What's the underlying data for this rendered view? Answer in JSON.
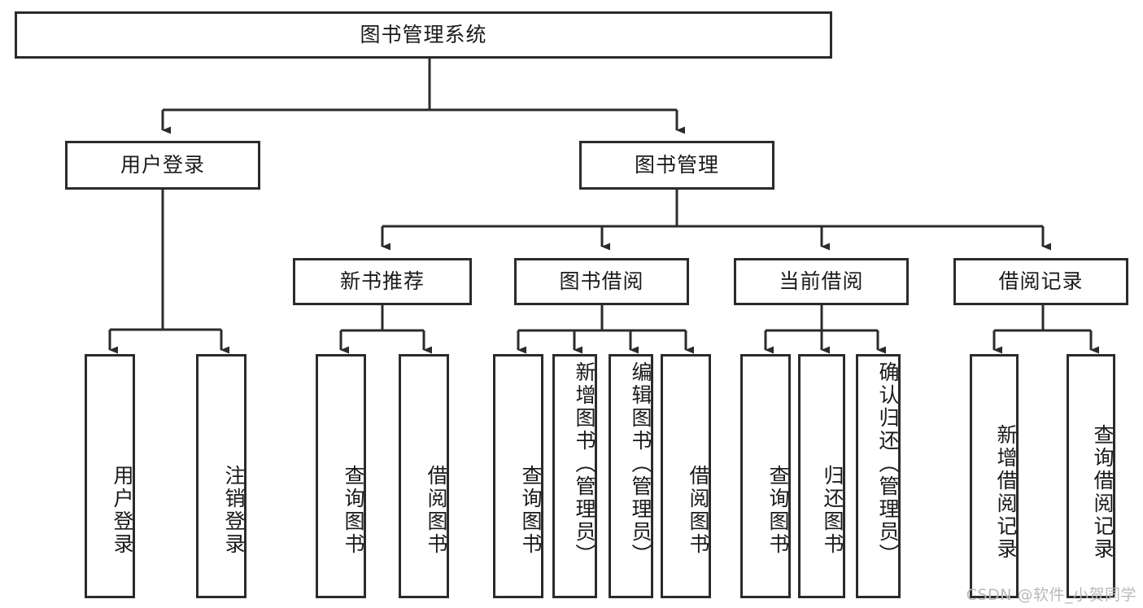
{
  "diagram": {
    "title": "图书管理系统",
    "type": "tree-hierarchy",
    "watermark": "CSDN @软件_小贺同学",
    "colors": {
      "border": "#2b2b2b",
      "fill": "#ffffff",
      "edge": "#2b2b2b",
      "text": "#1a1a1a",
      "watermark": "#b9b9b9"
    },
    "nodes": {
      "root": {
        "label": "图书管理系统",
        "level": 1,
        "orientation": "horizontal"
      },
      "l2": [
        {
          "id": "user_login",
          "label": "用户登录",
          "level": 2,
          "orientation": "horizontal"
        },
        {
          "id": "book_mgmt",
          "label": "图书管理",
          "level": 2,
          "orientation": "horizontal"
        }
      ],
      "l3": [
        {
          "id": "new_book_rec",
          "label": "新书推荐",
          "level": 3,
          "orientation": "horizontal"
        },
        {
          "id": "book_borrow",
          "label": "图书借阅",
          "level": 3,
          "orientation": "horizontal"
        },
        {
          "id": "current_borrow",
          "label": "当前借阅",
          "level": 3,
          "orientation": "horizontal"
        },
        {
          "id": "borrow_record",
          "label": "借阅记录",
          "level": 3,
          "orientation": "horizontal"
        }
      ],
      "leaves": [
        {
          "id": "leaf_user_login",
          "label": "用户登录",
          "parent": "user_login",
          "orientation": "vertical"
        },
        {
          "id": "leaf_logout",
          "label": "注销登录",
          "parent": "user_login",
          "orientation": "vertical"
        },
        {
          "id": "leaf_query_books_1",
          "label": "查询图书",
          "parent": "new_book_rec",
          "orientation": "vertical"
        },
        {
          "id": "leaf_borrow_books_1",
          "label": "借阅图书",
          "parent": "new_book_rec",
          "orientation": "vertical"
        },
        {
          "id": "leaf_query_books_2",
          "label": "查询图书",
          "parent": "book_borrow",
          "orientation": "vertical"
        },
        {
          "id": "leaf_add_book",
          "label": "新增图书（管理员）",
          "parent": "book_borrow",
          "orientation": "vertical"
        },
        {
          "id": "leaf_edit_book",
          "label": "编辑图书（管理员）",
          "parent": "book_borrow",
          "orientation": "vertical"
        },
        {
          "id": "leaf_borrow_books_2",
          "label": "借阅图书",
          "parent": "book_borrow",
          "orientation": "vertical"
        },
        {
          "id": "leaf_query_books_3",
          "label": "查询图书",
          "parent": "current_borrow",
          "orientation": "vertical"
        },
        {
          "id": "leaf_return_book",
          "label": "归还图书",
          "parent": "current_borrow",
          "orientation": "vertical"
        },
        {
          "id": "leaf_confirm_return",
          "label": "确认归还（管理员）",
          "parent": "current_borrow",
          "orientation": "vertical"
        },
        {
          "id": "leaf_add_record",
          "label": "新增借阅记录",
          "parent": "borrow_record",
          "orientation": "vertical"
        },
        {
          "id": "leaf_query_record",
          "label": "查询借阅记录",
          "parent": "borrow_record",
          "orientation": "vertical"
        }
      ]
    }
  }
}
